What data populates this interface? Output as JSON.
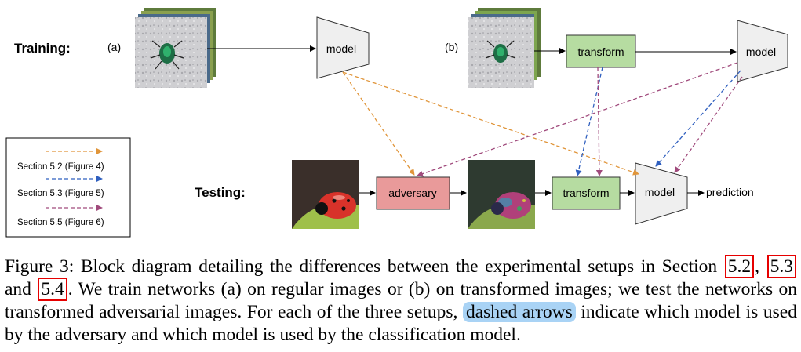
{
  "figure": {
    "training_label": "Training:",
    "testing_label": "Testing:",
    "panel_a": "(a)",
    "panel_b": "(b)",
    "model_label": "model",
    "transform_label": "transform",
    "adversary_label": "adversary",
    "prediction_label": "prediction",
    "legend": [
      {
        "text": "Section 5.2 (Figure 4)",
        "color": "#e0953a"
      },
      {
        "text": "Section 5.3 (Figure 5)",
        "color": "#2f5fbf"
      },
      {
        "text": "Section 5.5 (Figure 6)",
        "color": "#a04a7c"
      }
    ],
    "colors": {
      "transform_fill": "#b6dca1",
      "adversary_fill": "#e99a9a",
      "model_fill": "#efefef",
      "orange": "#e0953a",
      "blue": "#2f5fbf",
      "purple": "#a04a7c"
    }
  },
  "caption": {
    "prefix": "Figure 3: Block diagram detailing the differences between the experimental setups in Section ",
    "ref1": "5.2",
    "sep1": ",",
    "ref2": "5.3",
    "sep2": " and ",
    "ref3": "5.4",
    "middle": ". We train networks (a) on regular images or (b) on transformed images; we test the networks on transformed adversarial images. For each of the three setups, ",
    "highlight": "dashed arrows",
    "suffix": " indicate which model is used by the adversary and which model is used by the classification model."
  }
}
